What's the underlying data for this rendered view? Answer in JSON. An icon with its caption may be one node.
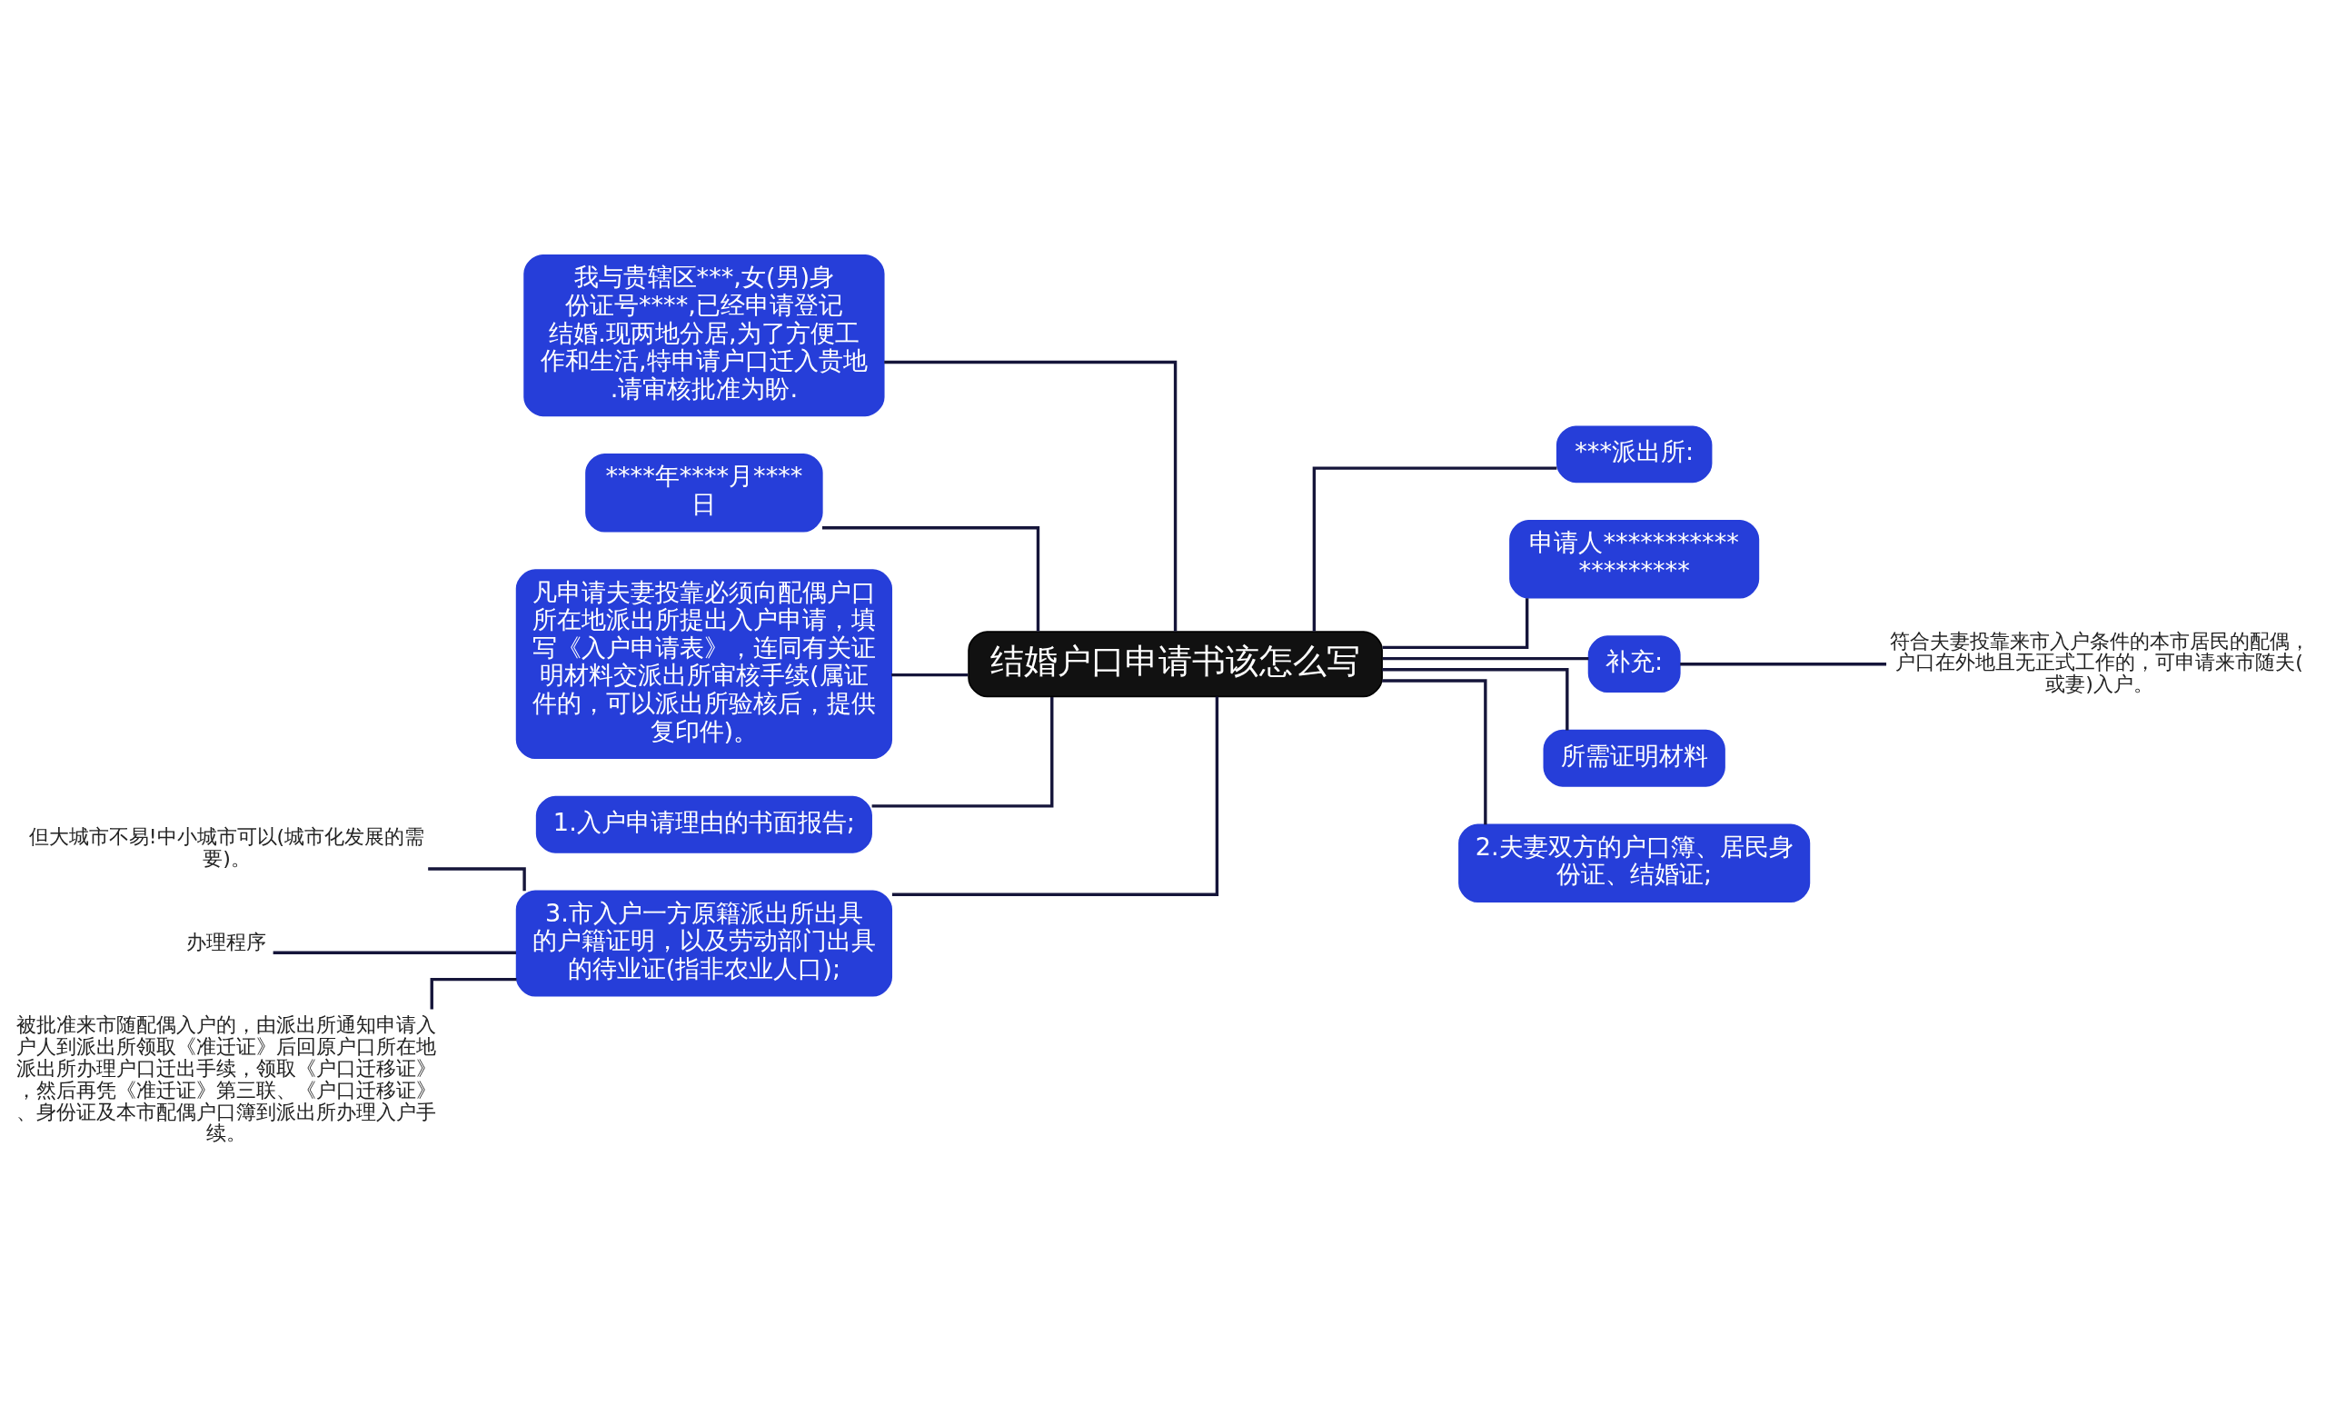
{
  "diagram": {
    "nodes": [
      {
        "text": [
          "结婚户口申请书该怎么写"
        ]
      },
      {
        "text": [
          "我与贵辖区***,女(男)身份证号****,已经申请登记结婚.现两地分居,为了方便工作和生活,特申请户口迁入贵地.请审核批准为盼."
        ]
      },
      {
        "text": [
          "****年****月****日"
        ]
      },
      {
        "text": [
          "凡申请夫妻投靠必须向配偶户口所在地派出所提出入户申请，填写《入户申请表》，连同有关证明材料交派出所审核手续(属证件的，可以派出所验核后，提供复印件)。"
        ]
      },
      {
        "text": [
          "1.入户申请理由的书面报告;"
        ]
      },
      {
        "text": [
          "3.市入户一方原籍派出所出具的户籍证明，以及劳动部门出具的待业证(指非农业人口);"
        ]
      },
      {
        "text": [
          "但大城市不易!中小城市可以(城市化发展的需要)。"
        ]
      },
      {
        "text": [
          "办理程序"
        ]
      },
      {
        "text": [
          "被批准来市随配偶入户的，由派出所通知申请入户人到派出所领取《准迁证》后回原户口所在地派出所办理户口迁出手续，领取《户口迁移证》，然后再凭《准迁证》第三联、《户口迁移证》、身份证及本市配偶户口簿到派出所办理入户手续。"
        ]
      },
      {
        "text": [
          "***派出所:"
        ]
      },
      {
        "text": [
          "申请人********************"
        ]
      },
      {
        "text": [
          "补充:"
        ]
      },
      {
        "text": [
          "符合夫妻投靠来市入户条件的本市居民的配偶，户口在外地且无正式工作的，可申请来市随夫(或妻)入户。"
        ]
      },
      {
        "text": [
          "所需证明材料"
        ]
      },
      {
        "text": [
          "2.夫妻双方的户口簿、居民身份证、结婚证;"
        ]
      }
    ],
    "edges": [
      {
        "from": 0,
        "to": 1,
        "arrow": "none"
      },
      {
        "from": 0,
        "to": 2,
        "arrow": "none"
      },
      {
        "from": 0,
        "to": 3,
        "arrow": "none"
      },
      {
        "from": 0,
        "to": 4,
        "arrow": "none"
      },
      {
        "from": 0,
        "to": 5,
        "arrow": "none"
      },
      {
        "from": 5,
        "to": 6,
        "arrow": "none"
      },
      {
        "from": 5,
        "to": 7,
        "arrow": "none"
      },
      {
        "from": 5,
        "to": 8,
        "arrow": "none"
      },
      {
        "from": 0,
        "to": 9,
        "arrow": "none"
      },
      {
        "from": 0,
        "to": 10,
        "arrow": "none"
      },
      {
        "from": 0,
        "to": 11,
        "arrow": "none"
      },
      {
        "from": 11,
        "to": 12,
        "arrow": "none"
      },
      {
        "from": 0,
        "to": 13,
        "arrow": "none"
      },
      {
        "from": 0,
        "to": 14,
        "arrow": "none"
      }
    ]
  }
}
